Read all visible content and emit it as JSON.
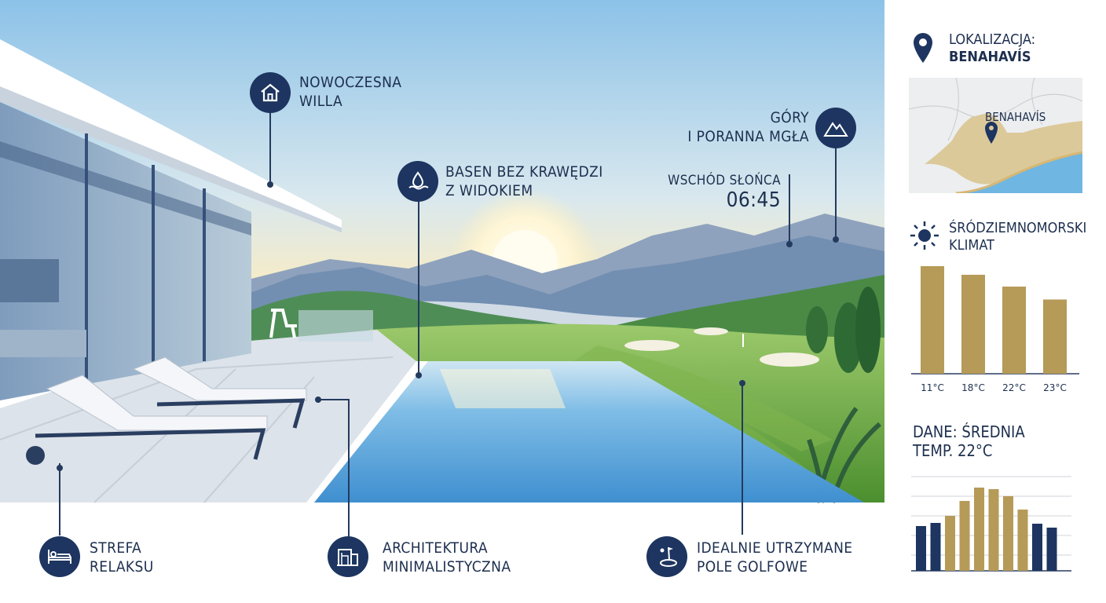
{
  "callouts": {
    "villa": {
      "line1": "NOWOCZESNA",
      "line2": "WILLA",
      "icon": "house-icon"
    },
    "pool": {
      "line1": "BASEN BEZ KRAWĘDZI",
      "line2": "Z WIDOKIEM",
      "icon": "water-drop-icon"
    },
    "mountains": {
      "line1": "GÓRY",
      "line2": "I PORANNA MGŁA",
      "icon": "mountain-icon"
    },
    "sunrise": {
      "label": "WSCHÓD SŁOŃCA",
      "time": "06:45"
    },
    "relax": {
      "line1": "STREFA",
      "line2": "RELAKSU",
      "icon": "bed-icon"
    },
    "architecture": {
      "line1": "ARCHITEKTURA",
      "line2": "MINIMALISTYCZNA",
      "icon": "building-icon"
    },
    "golf": {
      "line1": "IDEALNIE UTRZYMANE",
      "line2": "POLE GOLFOWE",
      "icon": "golf-icon"
    }
  },
  "panel": {
    "location_label": "LOKALIZACJA:",
    "location_value": "BENAHAVÍS",
    "map_label": "BENAHAVÍS",
    "climate_line1": "ŚRÓDZIEMNOMORSKI",
    "climate_line2": "KLIMAT",
    "data_line1": "DANE: ŚREDNIA",
    "data_line2": "TEMP. 22°C"
  },
  "chart_data": [
    {
      "type": "bar",
      "categories": [
        "11°C",
        "18°C",
        "22°C",
        "23°C"
      ],
      "values": [
        100,
        92,
        81,
        69
      ],
      "ylim": [
        0,
        100
      ]
    },
    {
      "type": "bar",
      "categories": [
        "",
        "",
        "",
        "",
        "",
        "",
        "",
        "",
        "",
        ""
      ],
      "values": [
        57,
        61,
        70,
        89,
        106,
        104,
        95,
        78,
        60,
        55
      ],
      "ylim": [
        0,
        120
      ]
    }
  ],
  "colors": {
    "navy": "#1d3560",
    "gold": "#b59a58",
    "sky_top": "#86bfe6",
    "pool": "#4fa0d9",
    "grass": "#5f9b3a"
  }
}
